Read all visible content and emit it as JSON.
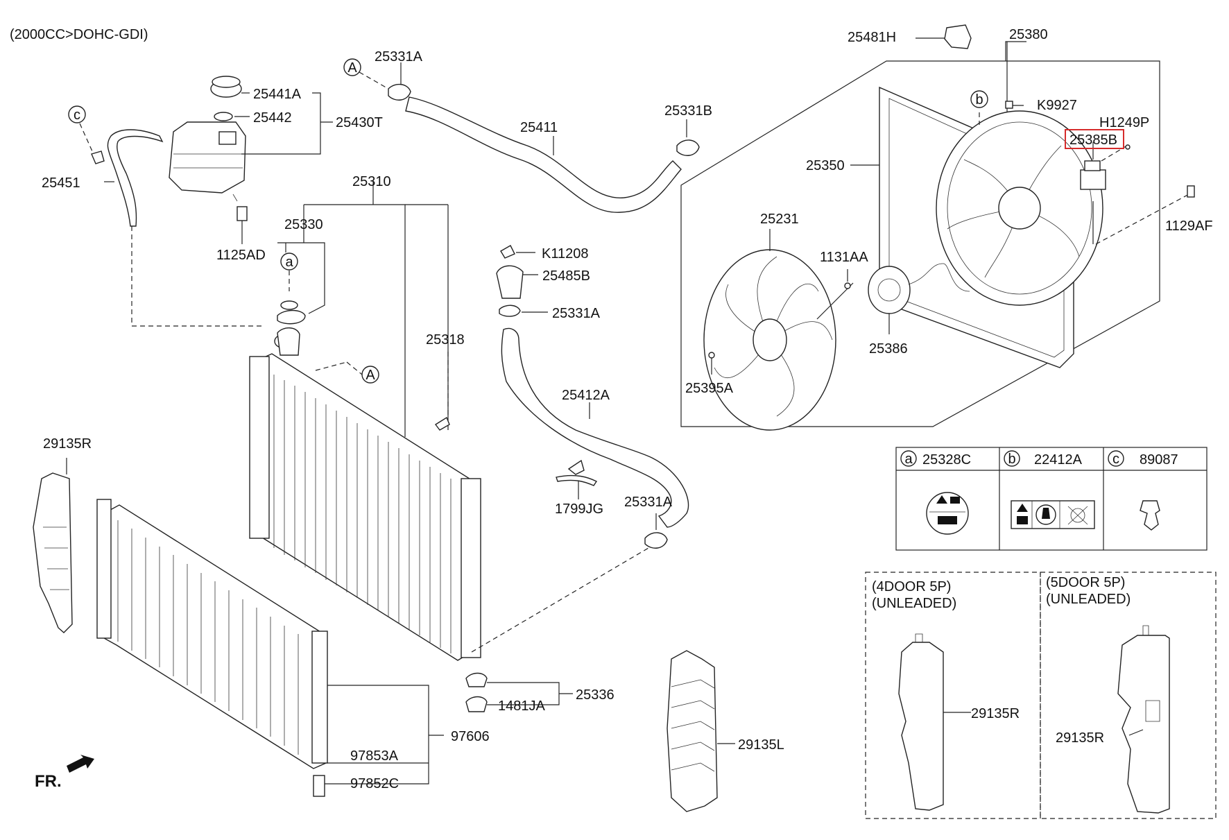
{
  "heading": "(2000CC>DOHC-GDI)",
  "front_marker": "FR.",
  "circle_refs": {
    "A": "A",
    "a": "a",
    "b": "b",
    "c": "c"
  },
  "highlighted_part": "25385B",
  "parts": {
    "p25481H": "25481H",
    "p25380": "25380",
    "pK9927": "K9927",
    "pH1249P": "H1249P",
    "p25385B": "25385B",
    "p25350": "25350",
    "p1129AF": "1129AF",
    "p25231": "25231",
    "p1131AA": "1131AA",
    "p25386": "25386",
    "p25395A": "25395A",
    "p25331A_top": "25331A",
    "p25411": "25411",
    "p25331B": "25331B",
    "p25441A": "25441A",
    "p25442": "25442",
    "p25430T": "25430T",
    "p25451": "25451",
    "p1125AD": "1125AD",
    "p25310": "25310",
    "p25330": "25330",
    "p25318": "25318",
    "pK11208": "K11208",
    "p25485B": "25485B",
    "p25331A_mid": "25331A",
    "p25412A": "25412A",
    "p1799JG": "1799JG",
    "p25331A_low": "25331A",
    "p29135R_left": "29135R",
    "p25336": "25336",
    "p1481JA": "1481JA",
    "p97606": "97606",
    "p97853A": "97853A",
    "p97852C": "97852C",
    "p29135L": "29135L",
    "p29135R_4d": "29135R",
    "p29135R_5d": "29135R"
  },
  "legend_table": {
    "cells": [
      {
        "ref": "a",
        "part": "25328C",
        "icon": "warning-label-icon"
      },
      {
        "ref": "b",
        "part": "22412A",
        "icon": "caution-label-icon"
      },
      {
        "ref": "c",
        "part": "89087",
        "icon": "clip-icon"
      }
    ]
  },
  "variants": [
    {
      "line1": "(4DOOR 5P)",
      "line2": "(UNLEADED)"
    },
    {
      "line1": "(5DOOR 5P)",
      "line2": "(UNLEADED)"
    }
  ]
}
